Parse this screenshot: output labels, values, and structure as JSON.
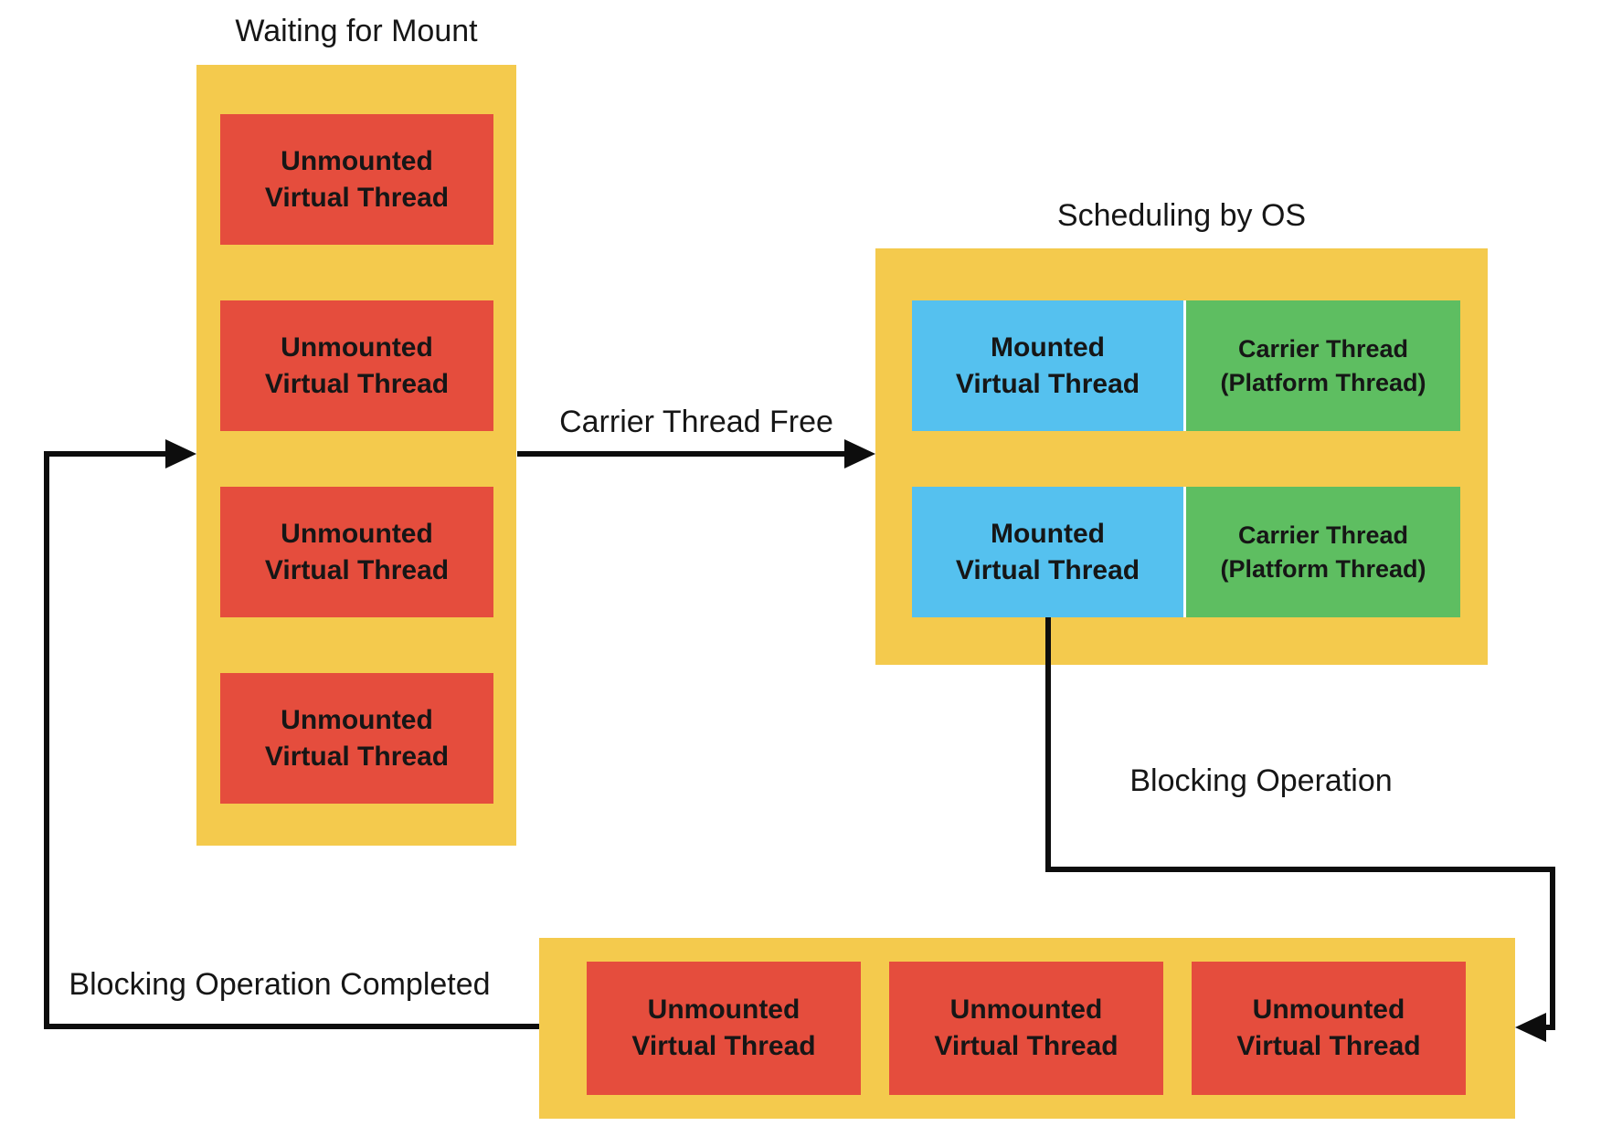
{
  "colors": {
    "container_yellow": "#F4CA4D",
    "unmounted_red": "#E54D3D",
    "mounted_blue": "#55C1EF",
    "carrier_green": "#5EBE61",
    "arrow_black": "#0D0D0D",
    "text_black": "#161616"
  },
  "waiting_pool": {
    "title": "Waiting for Mount",
    "threads": [
      "Unmounted\nVirtual Thread",
      "Unmounted\nVirtual Thread",
      "Unmounted\nVirtual Thread",
      "Unmounted\nVirtual Thread"
    ]
  },
  "os_scheduling": {
    "title": "Scheduling by OS",
    "pairs": [
      {
        "mounted": "Mounted\nVirtual Thread",
        "carrier": "Carrier Thread\n(Platform Thread)"
      },
      {
        "mounted": "Mounted\nVirtual Thread",
        "carrier": "Carrier Thread\n(Platform Thread)"
      }
    ]
  },
  "blocked_pool": {
    "threads": [
      "Unmounted\nVirtual Thread",
      "Unmounted\nVirtual Thread",
      "Unmounted\nVirtual Thread"
    ]
  },
  "transitions": {
    "carrier_free": "Carrier Thread Free",
    "blocking": "Blocking Operation",
    "completed": "Blocking Operation Completed"
  }
}
